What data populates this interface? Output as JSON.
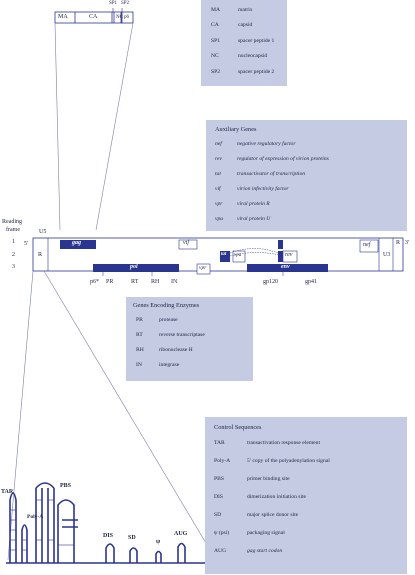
{
  "gag_domains": {
    "ma": "MA",
    "ca": "CA",
    "sp1": "SP1",
    "nc": "NC",
    "sp2": "SP2",
    "p6": "p6"
  },
  "gag_legend": [
    {
      "abbr": "MA",
      "desc": "matrix"
    },
    {
      "abbr": "CA",
      "desc": "capsid"
    },
    {
      "abbr": "SP1",
      "desc": "spacer peptide 1"
    },
    {
      "abbr": "NC",
      "desc": "nucleocapsid"
    },
    {
      "abbr": "SP2",
      "desc": "spacer peptide 2"
    }
  ],
  "auxiliary": {
    "title": "Auxiliary Genes",
    "items": [
      {
        "abbr": "nef",
        "desc": "negative regulatory factor"
      },
      {
        "abbr": "rev",
        "desc": "regulator of expression of virion proteins"
      },
      {
        "abbr": "tat",
        "desc": "transactivator of transcription"
      },
      {
        "abbr": "vif",
        "desc": "virion infectivity factor"
      },
      {
        "abbr": "vpr",
        "desc": "viral protein R"
      },
      {
        "abbr": "vpu",
        "desc": "viral protein U"
      }
    ]
  },
  "genome": {
    "reading_label_1": "Reading",
    "reading_label_2": "frame",
    "frames": [
      "1",
      "2",
      "3"
    ],
    "five_prime": "5′",
    "three_prime": "3′",
    "u5": "U5",
    "r_left": "R",
    "r_right": "R",
    "u3": "U3",
    "genes": {
      "gag": "gag",
      "pol": "pol",
      "vif": "vif",
      "vpr": "vpr",
      "tat": "tat",
      "vpu": "vpu",
      "rev": "rev",
      "env": "env",
      "nef": "nef"
    },
    "products": {
      "p6": "p6*",
      "pr": "PR",
      "rt": "RT",
      "rh": "RH",
      "in": "IN",
      "gp120": "gp120",
      "gp41": "gp41"
    }
  },
  "enzymes": {
    "title": "Genes Encoding Enzymes",
    "items": [
      {
        "abbr": "PR",
        "desc": "protease"
      },
      {
        "abbr": "RT",
        "desc": "reverse transcriptase"
      },
      {
        "abbr": "RH",
        "desc": "ribonuclease H"
      },
      {
        "abbr": "IN",
        "desc": "integrase"
      }
    ]
  },
  "control": {
    "title": "Control Sequences",
    "items": [
      {
        "abbr": "TAR",
        "desc": "transactivation response element"
      },
      {
        "abbr": "Poly-A",
        "desc": "5′ copy of the polyadenylation signal"
      },
      {
        "abbr": "PBS",
        "desc": "primer binding site"
      },
      {
        "abbr": "DIS",
        "desc": "dimerization initiation site"
      },
      {
        "abbr": "SD",
        "desc": "major splice donor site"
      },
      {
        "abbr": "ψ (psi)",
        "desc": "packaging signal"
      },
      {
        "abbr": "AUG",
        "desc": "gag start codon"
      }
    ]
  },
  "rna_labels": {
    "tar": "TAR",
    "polya": "Poly-A",
    "pbs": "PBS",
    "dis": "DIS",
    "sd": "SD",
    "psi": "ψ",
    "aug": "AUG"
  },
  "colors": {
    "accent": "#2a3590",
    "panel": "#c4cbe3",
    "line": "#7a80a8"
  }
}
